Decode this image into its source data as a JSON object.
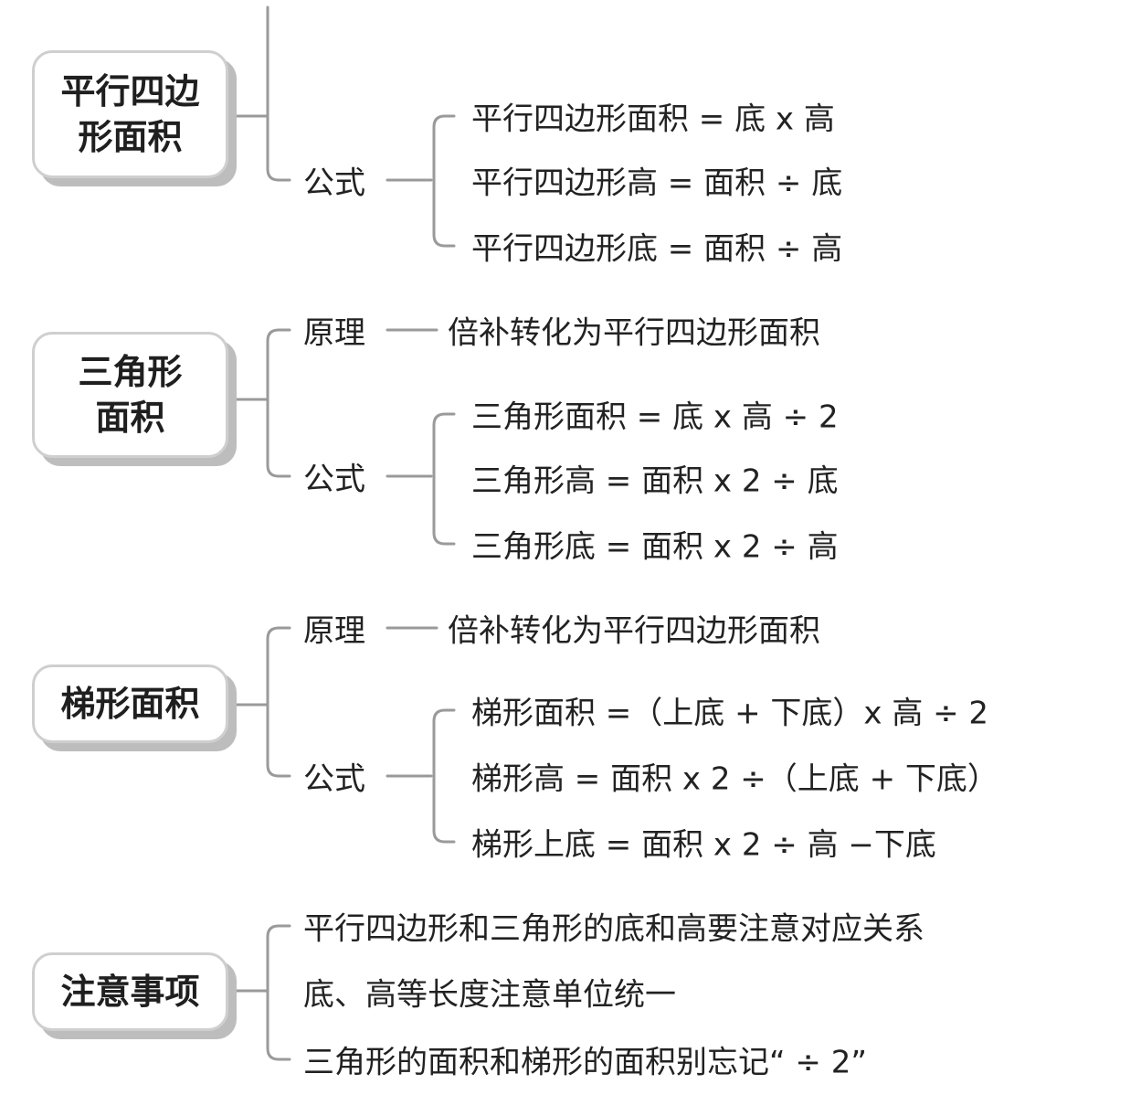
{
  "topics": [
    {
      "title_lines": [
        "平行四边",
        "形面积"
      ],
      "branches": [
        {
          "label": "公式",
          "items": [
            "平行四边形面积 = 底 x 高",
            "平行四边形高 = 面积 ÷ 底",
            "平行四边形底 = 面积 ÷ 高"
          ]
        }
      ]
    },
    {
      "title_lines": [
        "三角形",
        "面积"
      ],
      "branches": [
        {
          "label": "原理",
          "items": [
            "倍补转化为平行四边形面积"
          ]
        },
        {
          "label": "公式",
          "items": [
            "三角形面积 = 底 x 高 ÷ 2",
            "三角形高 = 面积 x 2 ÷ 底",
            "三角形底 = 面积 x 2 ÷ 高"
          ]
        }
      ]
    },
    {
      "title_lines": [
        "梯形面积"
      ],
      "branches": [
        {
          "label": "原理",
          "items": [
            "倍补转化为平行四边形面积"
          ]
        },
        {
          "label": "公式",
          "items": [
            "梯形面积 =（上底 + 下底）x 高 ÷ 2",
            "梯形高 = 面积 x 2 ÷（上底 + 下底）",
            "梯形上底 = 面积 x 2 ÷ 高 −下底"
          ]
        }
      ]
    },
    {
      "title_lines": [
        "注意事项"
      ],
      "notes": [
        "平行四边形和三角形的底和高要注意对应关系",
        "底、高等长度注意单位统一",
        "三角形的面积和梯形的面积别忘记“ ÷ 2”"
      ]
    }
  ]
}
